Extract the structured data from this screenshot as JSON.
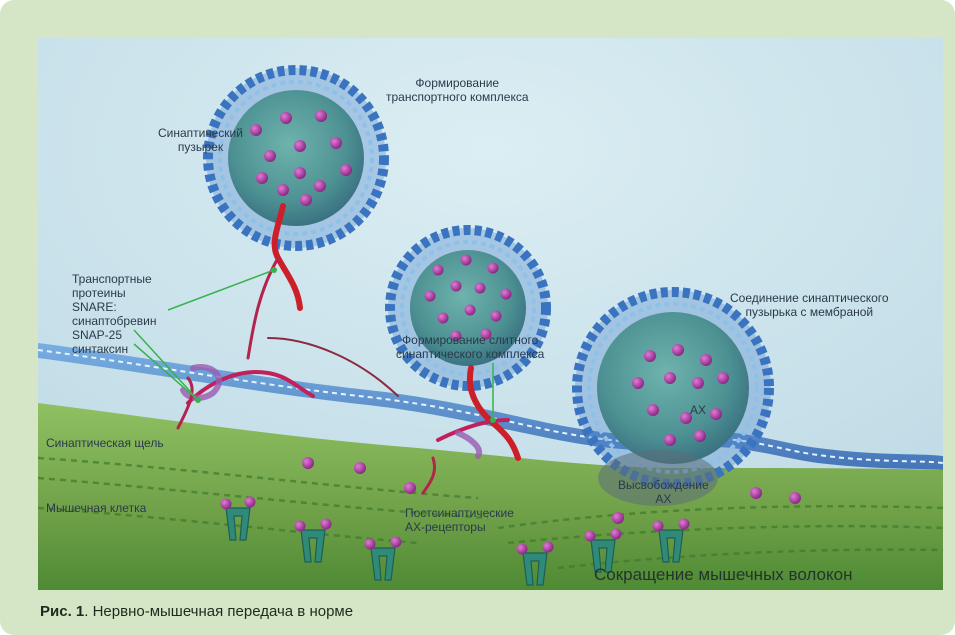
{
  "labels": {
    "vesicle": "Синаптический\nпузырек",
    "transport_complex": "Формирование\nтранспортного комплекса",
    "snare": "Транспортные\nпротеины\nSNARE:\nсинаптобревин\nSNAP-25\nсинтаксин",
    "fused_complex": "Формирование слитного\nсинаптического комплекса",
    "fusion": "Соединение синаптического\nпузырька с мембраной",
    "ach": "АХ",
    "cleft": "Синаптическая щель",
    "muscle_cell": "Мышечная клетка",
    "release": "Высвобождение\nАХ",
    "receptors": "Постсинаптические\nАХ-рецепторы",
    "contraction": "Сокращение мышечных волокон"
  },
  "caption": {
    "label": "Рис. 1",
    "text": ". Нервно-мышечная передача в норме"
  },
  "colors": {
    "frame": "#d5e6c7",
    "background": "#cfe4ec",
    "muscle": "#7fae52",
    "membrane": "#3f7fc8",
    "vesicle_core": "#4a8e8e",
    "molecule": "#a33d9a",
    "receptor": "#2f8a7a",
    "protein_red": "#cc1f2a",
    "leader_line": "#37b24d"
  }
}
